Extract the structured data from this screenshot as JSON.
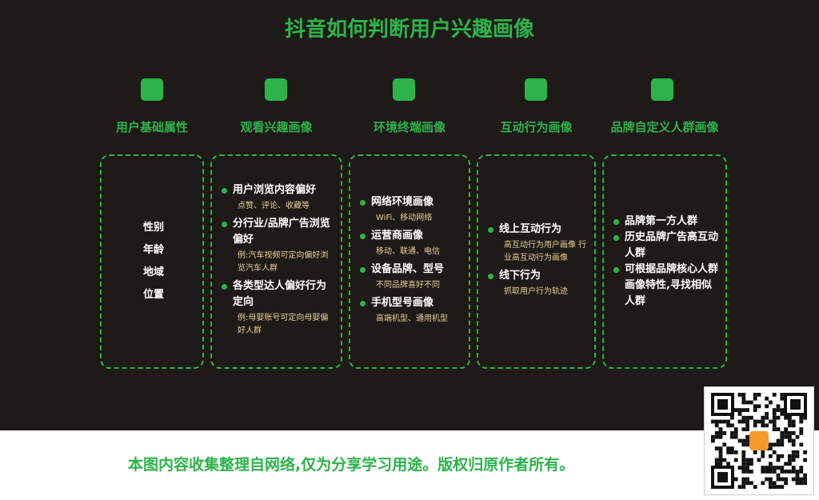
{
  "title": "抖音如何判断用户兴趣画像",
  "columns": [
    {
      "header": "用户基础属性",
      "plain": [
        "性别",
        "年龄",
        "地域",
        "位置"
      ]
    },
    {
      "header": "观看兴趣画像",
      "items": [
        {
          "text": "用户浏览内容偏好",
          "sub": "点赞、评论、收藏等"
        },
        {
          "text": "分行业/品牌广告浏览偏好",
          "sub": "例:汽车视频可定向偏好浏览汽车人群"
        },
        {
          "text": "各类型达人偏好行为定向",
          "sub": "例:母婴账号可定向母婴偏好人群"
        }
      ]
    },
    {
      "header": "环境终端画像",
      "items": [
        {
          "text": "网络环境画像",
          "sub": "WiFi、移动网络"
        },
        {
          "text": "运营商画像",
          "sub": "移动、联通、电信"
        },
        {
          "text": "设备品牌、型号",
          "sub": "不同品牌喜好不同"
        },
        {
          "text": "手机型号画像",
          "sub": "高端机型、通用机型"
        }
      ]
    },
    {
      "header": "互动行为画像",
      "items": [
        {
          "text": "线上互动行为",
          "sub": "高互动行为用户画像 行业高互动行为画像"
        },
        {
          "text": "线下行为",
          "sub": "抓取用户行为轨迹"
        }
      ]
    },
    {
      "header": "品牌自定义人群画像",
      "items": [
        {
          "text": "品牌第一方人群"
        },
        {
          "text": "历史品牌广告高互动人群"
        },
        {
          "text": "可根据品牌核心人群画像特性,寻找相似人群"
        }
      ]
    }
  ],
  "footer": "本图内容收集整理自网络,仅为分享学习用途。版权归原作者所有。",
  "colors": {
    "green": "#2db34a",
    "gold": "#e8cf96",
    "bg": "#1e1a18"
  }
}
